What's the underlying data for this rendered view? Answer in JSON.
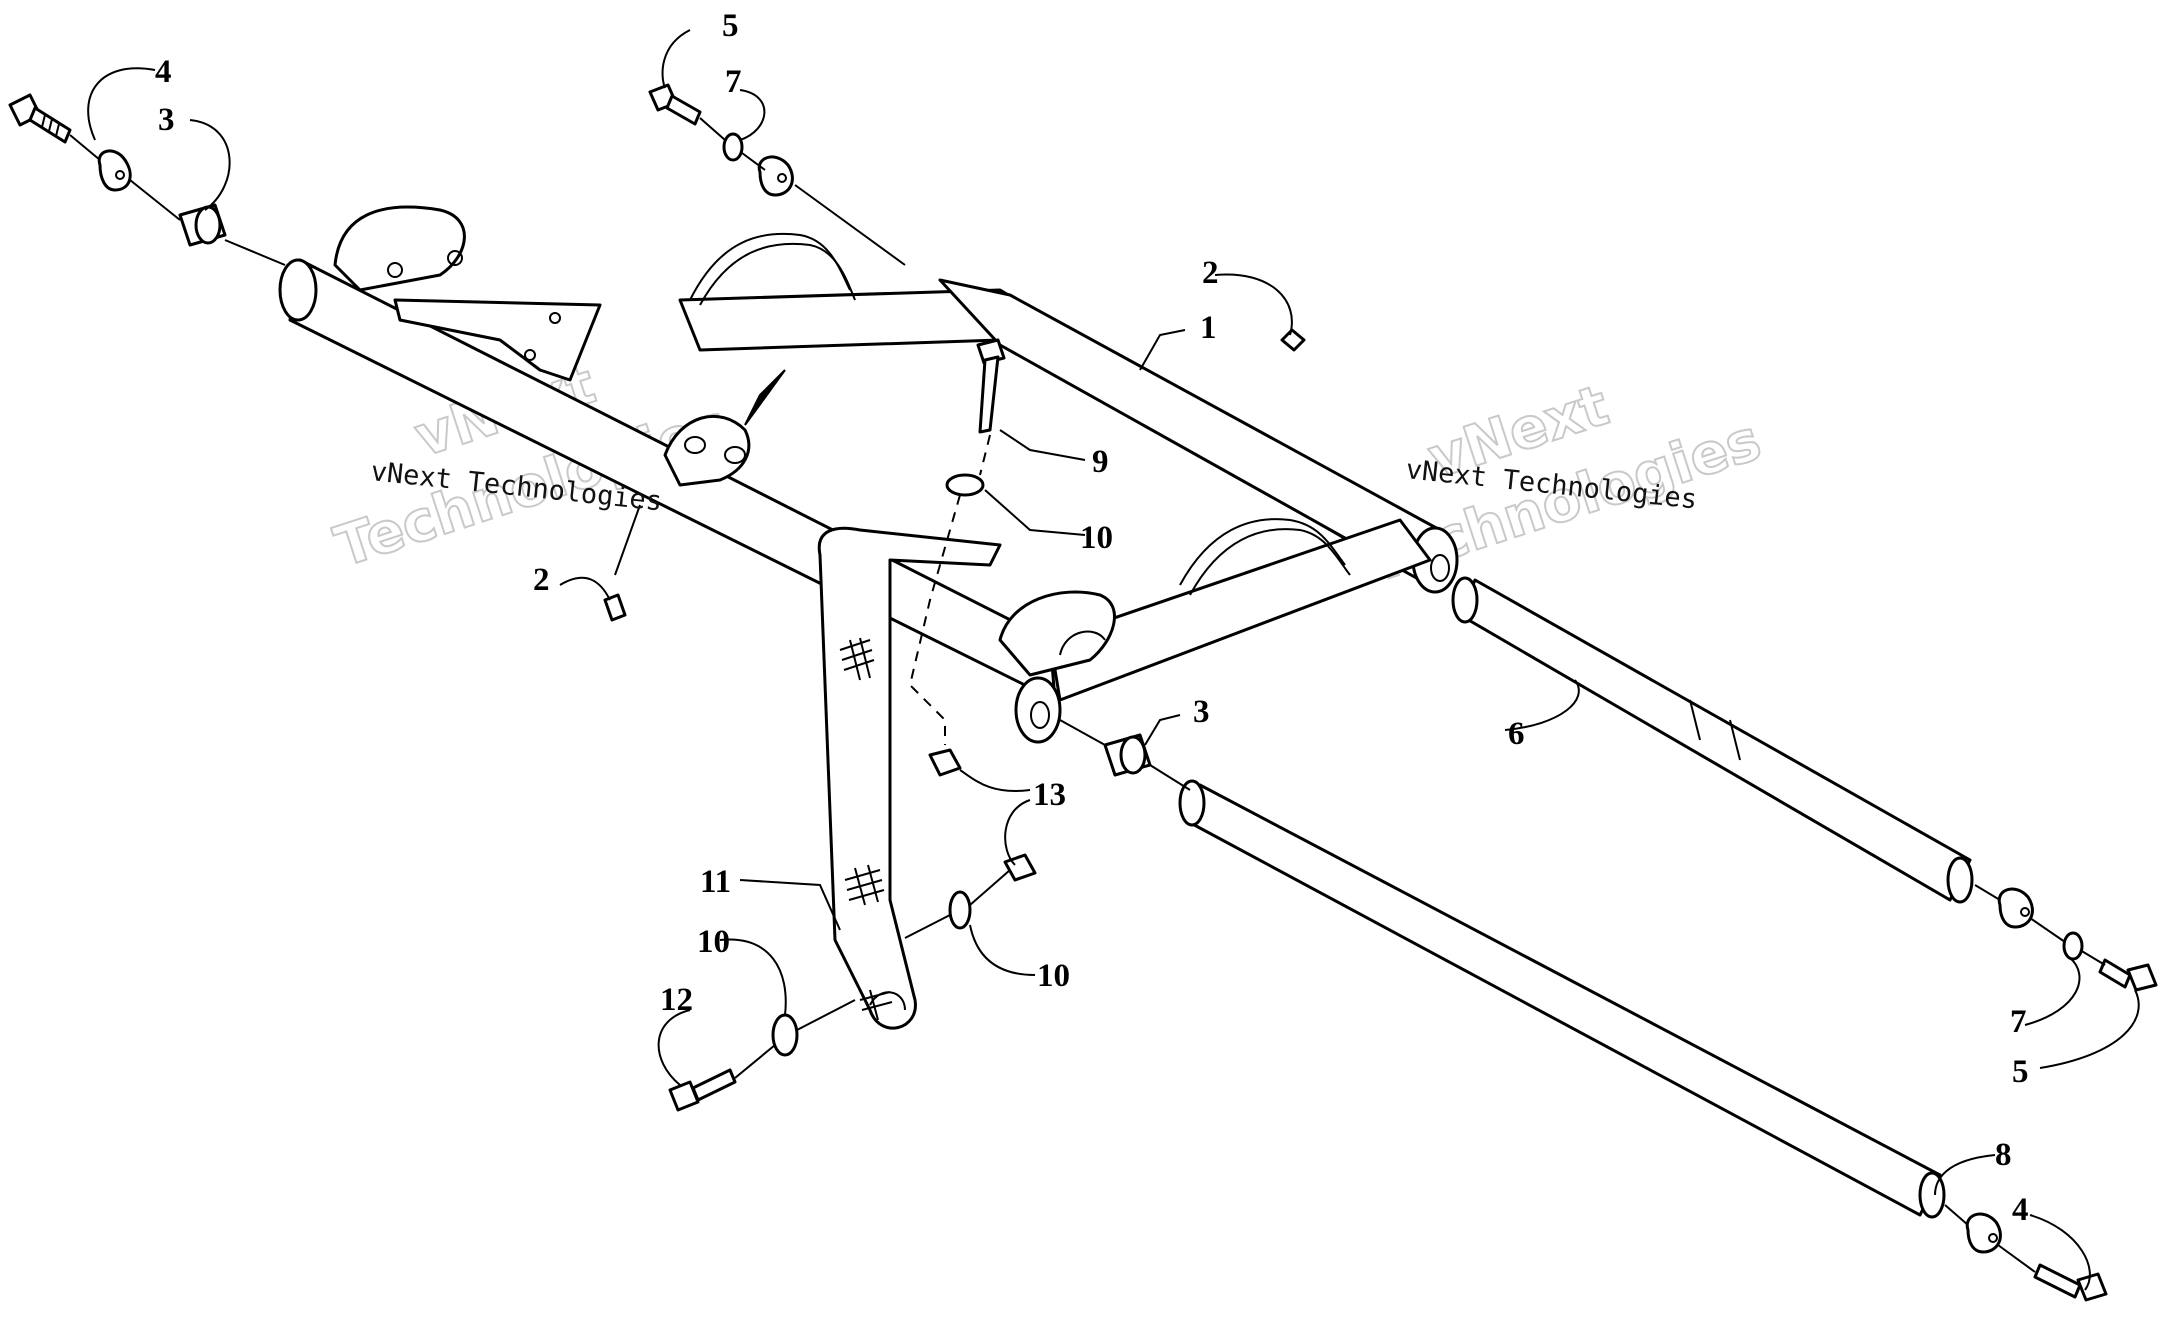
{
  "labels": {
    "l1": "1",
    "l2a": "2",
    "l2b": "2",
    "l3a": "3",
    "l3b": "3",
    "l4a": "4",
    "l4b": "4",
    "l5a": "5",
    "l5b": "5",
    "l6": "6",
    "l7a": "7",
    "l7b": "7",
    "l8": "8",
    "l9": "9",
    "l10a": "10",
    "l10b": "10",
    "l10c": "10",
    "l11": "11",
    "l12": "12",
    "l13": "13"
  },
  "watermarks": {
    "small_left": "vNext Technologies",
    "small_right": "vNext Technologies",
    "big_left_line1": "vNext",
    "big_left_line2": "Technologies",
    "big_right_line1": "vNext",
    "big_right_line2": "Technologies"
  }
}
